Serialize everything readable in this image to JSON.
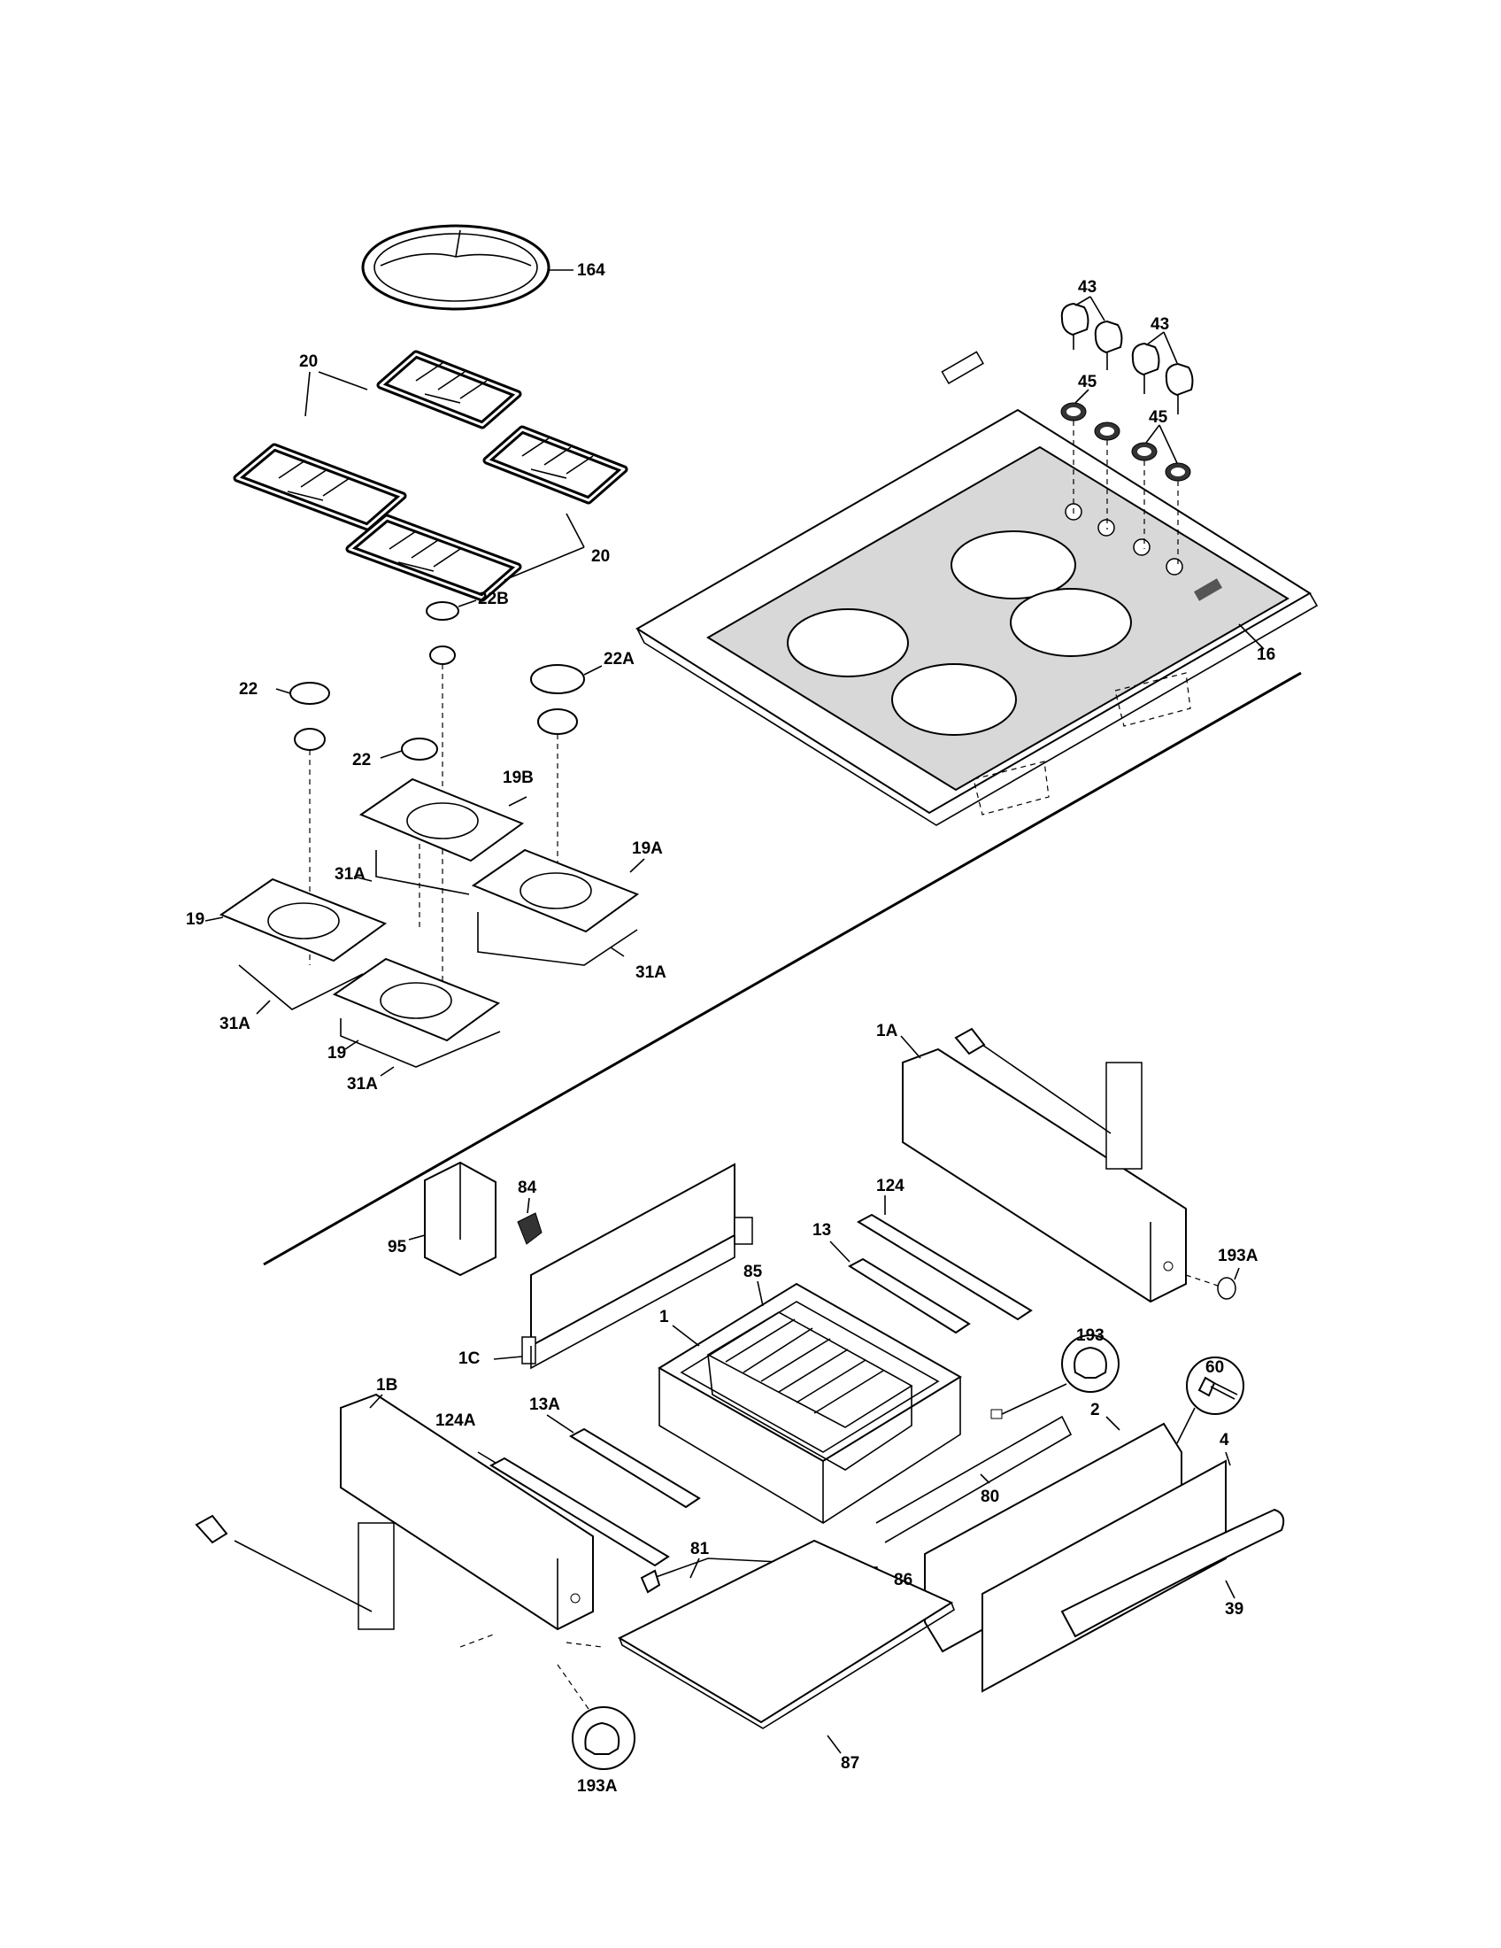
{
  "diagram": {
    "title": "Cooktop and warming drawer exploded parts diagram",
    "labels": {
      "wok_ring": "164",
      "grate_upper": "20",
      "grate_lower": "20",
      "knob_left": "43",
      "knob_right": "43",
      "bezel_left": "45",
      "bezel_right": "45",
      "cooktop": "16",
      "cap_22b": "22B",
      "cap_22a": "22A",
      "cap_22_left": "22",
      "cap_22_mid": "22",
      "pan_19b": "19B",
      "pan_19a": "19A",
      "pan_19_left": "19",
      "pan_19_front": "19",
      "gasket_31a_top": "31A",
      "gasket_31a_right": "31A",
      "gasket_31a_left": "31A",
      "gasket_31a_front": "31A",
      "side_1a": "1A",
      "box_95": "95",
      "clip_84": "84",
      "slide_124": "124",
      "rail_13": "13",
      "rack_85": "85",
      "drawer_1": "1",
      "panel_1c": "1C",
      "plug_193a_top": "193A",
      "plug_193": "193",
      "screw_60": "60",
      "side_1b": "1B",
      "slide_124a": "124A",
      "rail_13a": "13A",
      "front_2": "2",
      "panel_4": "4",
      "seal_80": "80",
      "element_81": "81",
      "bracket_86": "86",
      "handle_39": "39",
      "plug_193a_bottom": "193A",
      "bottom_87": "87"
    }
  }
}
